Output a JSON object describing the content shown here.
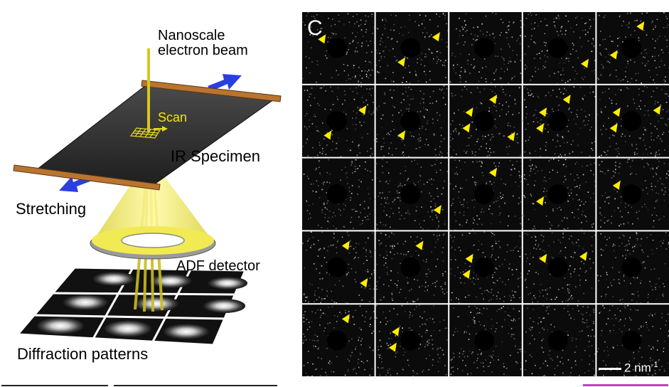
{
  "schematic": {
    "labels": {
      "beam": "Nanoscale\nelectron beam",
      "scan": "Scan",
      "specimen": "IR Specimen",
      "stretching": "Stretching",
      "detector": "ADF detector",
      "diffraction": "Diffraction patterns"
    },
    "colors": {
      "beam": "#d6c81f",
      "specimen": "#2f2f2f",
      "clamp": "#b8752f",
      "arrow": "#2a3fe0",
      "detector_cone": "#f4ee6a",
      "detector_ring": "#8a8a8a"
    }
  },
  "panel": {
    "letter": "C",
    "scale_label": "2 nm",
    "scale_superscript": "-1",
    "rows": 5,
    "cols": 5,
    "marker_color": "#ffee00",
    "marker_counts": [
      [
        1,
        2,
        0,
        1,
        2
      ],
      [
        2,
        1,
        4,
        3,
        3
      ],
      [
        0,
        1,
        1,
        1,
        1
      ],
      [
        2,
        1,
        2,
        2,
        0
      ],
      [
        1,
        2,
        0,
        0,
        0
      ]
    ]
  }
}
